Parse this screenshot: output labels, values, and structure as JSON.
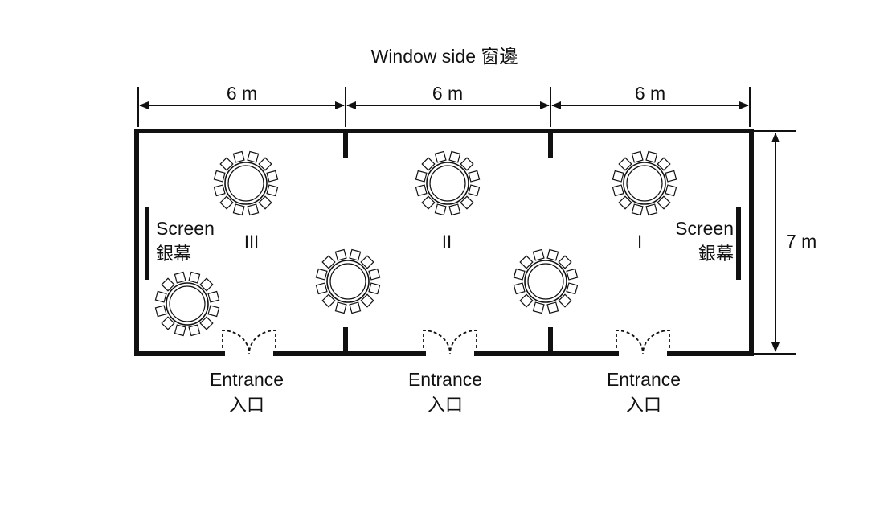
{
  "title": "Window side 窗邊",
  "dimensions": {
    "section_width": "6 m",
    "room_depth": "7 m"
  },
  "rooms": [
    {
      "label": "III"
    },
    {
      "label": "II"
    },
    {
      "label": "I"
    }
  ],
  "screens": {
    "left": {
      "en": "Screen",
      "zh": "銀幕"
    },
    "right": {
      "en": "Screen",
      "zh": "銀幕"
    }
  },
  "entrances": [
    {
      "en": "Entrance",
      "zh": "入口"
    },
    {
      "en": "Entrance",
      "zh": "入口"
    },
    {
      "en": "Entrance",
      "zh": "入口"
    }
  ],
  "table_seats": 12,
  "table_count": 6
}
